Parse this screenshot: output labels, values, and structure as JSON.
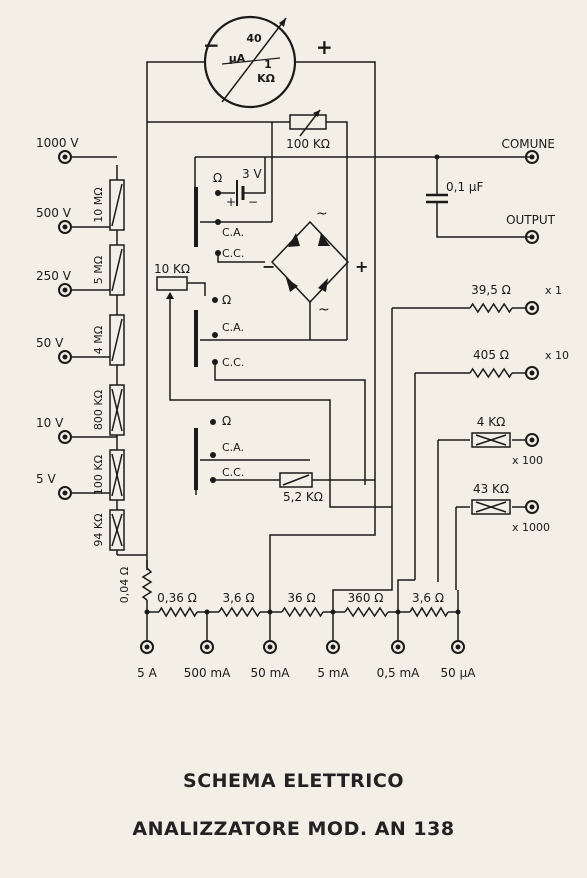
{
  "meter": {
    "top": "40",
    "unit": "µA",
    "bottom": "1",
    "res": "KΩ",
    "minus": "−",
    "plus": "+"
  },
  "labels": {
    "r100k_top": "100 KΩ",
    "comune": "COMUNE",
    "output": "OUTPUT",
    "cap": "0,1 µF",
    "battery": "3 V",
    "ohm1": "Ω",
    "ca1": "C.A.",
    "cc1": "C.C.",
    "ohm2": "Ω",
    "ca2": "C.A.",
    "cc2": "C.C.",
    "ohm3": "Ω",
    "ca3": "C.A.",
    "cc3": "C.C.",
    "pot": "10 KΩ",
    "r52k": "5,2 KΩ",
    "bridge_minus": "−",
    "bridge_plus": "+",
    "batt_plus": "+",
    "batt_minus": "−"
  },
  "volt_terminals": [
    "1000 V",
    "500 V",
    "250 V",
    "50 V",
    "10 V",
    "5 V"
  ],
  "volt_resistors": [
    "10 MΩ",
    "5 MΩ",
    "4 MΩ",
    "800 KΩ",
    "100 KΩ",
    "94 KΩ"
  ],
  "ohm_ranges": [
    {
      "value": "39,5 Ω",
      "mult": "x 1"
    },
    {
      "value": "405 Ω",
      "mult": "x 10"
    },
    {
      "value": "4 KΩ",
      "mult": "x 100"
    },
    {
      "value": "43 KΩ",
      "mult": "x 1000"
    }
  ],
  "shunt_resistors": [
    "0,04 Ω",
    "0,36 Ω",
    "3,6 Ω",
    "36 Ω",
    "360 Ω",
    "3,6 Ω"
  ],
  "current_terminals": [
    "5 A",
    "500 mA",
    "50 mA",
    "5 mA",
    "0,5 mA",
    "50 µA"
  ],
  "caption": {
    "line1": "SCHEMA ELETTRICO",
    "line2": "ANALIZZATORE MOD. AN 138"
  }
}
